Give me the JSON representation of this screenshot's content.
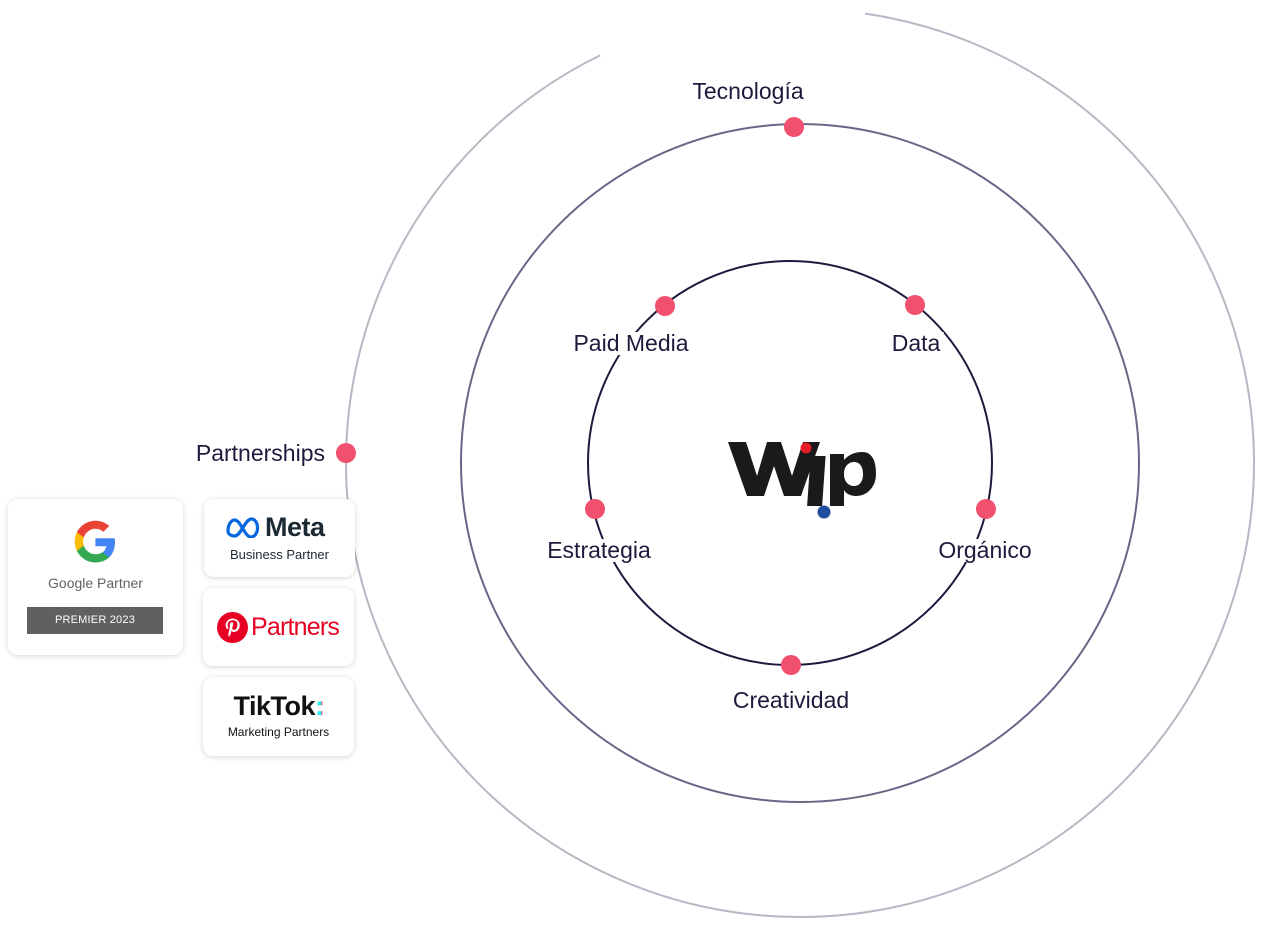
{
  "diagram": {
    "center_logo": "wip",
    "outer_ring": {
      "label": "Partnerships"
    },
    "middle_ring": {
      "label": "Tecnología"
    },
    "inner_ring": {
      "nodes": [
        "Paid Media",
        "Data",
        "Estrategia",
        "Orgánico",
        "Creatividad"
      ]
    },
    "colors": {
      "node": "#f2506f",
      "ring_outer": "#b9b7c3",
      "ring_middle": "#6a6686",
      "ring_inner": "#1e1a3c",
      "label": "#1e1a3c"
    }
  },
  "partners": {
    "google": {
      "name": "Google Partner",
      "badge": "PREMIER 2023",
      "icon": "google-g-icon"
    },
    "meta": {
      "name": "Meta",
      "sub": "Business Partner",
      "icon": "meta-infinity-icon"
    },
    "pinterest": {
      "name": "Partners",
      "icon": "pinterest-icon"
    },
    "tiktok": {
      "name": "TikTok",
      "sub": "Marketing Partners"
    }
  }
}
